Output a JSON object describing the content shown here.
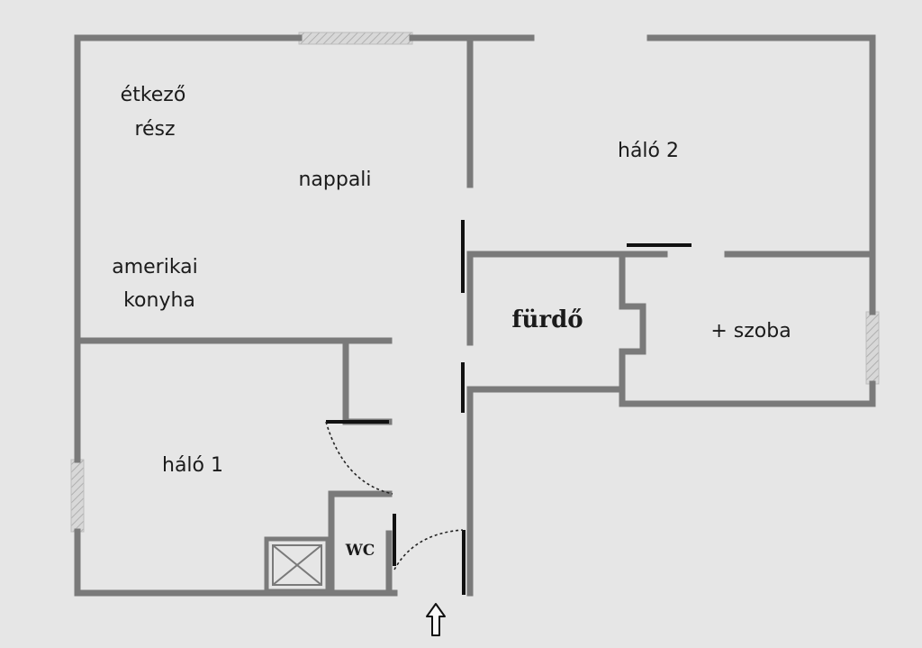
{
  "rooms": {
    "etkezo_line1": "étkező",
    "etkezo_line2": "rész",
    "nappali": "nappali",
    "konyha_line1": "amerikai",
    "konyha_line2": "konyha",
    "halo2": "háló 2",
    "furdo": "fürdő",
    "szoba": "+ szoba",
    "halo1": "háló 1",
    "wc": "WC"
  },
  "icons": {
    "entrance": "up-arrow-icon",
    "shower": "shower-box-icon"
  },
  "colors": {
    "background": "#e6e6e6",
    "wall": "#7a7a7a",
    "door": "#111111"
  }
}
